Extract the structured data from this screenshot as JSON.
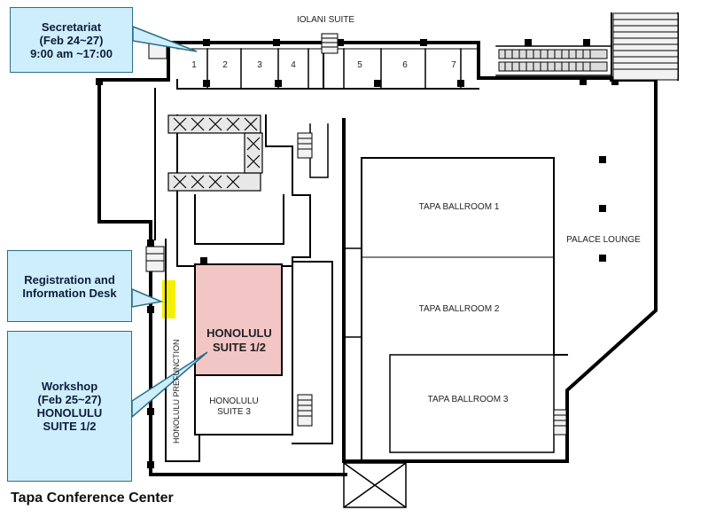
{
  "title": "Tapa Conference Center",
  "callouts": {
    "secretariat": [
      "Secretariat",
      "(Feb 24~27)",
      "9:00 am ~17:00"
    ],
    "registration": [
      "Registration and",
      "Information Desk"
    ],
    "workshop": [
      "Workshop",
      "(Feb 25~27)",
      "HONOLULU",
      "SUITE 1/2"
    ]
  },
  "rooms": {
    "iolani_suite": "IOLANI SUITE",
    "iolani_numbers": [
      "1",
      "2",
      "3",
      "4",
      "5",
      "6",
      "7"
    ],
    "tapa_ballroom_1": "TAPA BALLROOM 1",
    "tapa_ballroom_2": "TAPA BALLROOM 2",
    "tapa_ballroom_3": "TAPA BALLROOM 3",
    "palace_lounge": "PALACE LOUNGE",
    "honolulu_suite_12": [
      "HONOLULU",
      "SUITE 1/2"
    ],
    "honolulu_suite_3": [
      "HONOLULU",
      "SUITE 3"
    ],
    "honolulu_prefunction": "HONOLULU PREFUNCTION"
  },
  "colors": {
    "wall": "#000000",
    "callout_fill": "#cdeefa",
    "callout_border": "#2a6f8a",
    "highlight_room": "#f3c6c6",
    "registration_marker": "#f5f000"
  },
  "icons": [
    "elevator-icon",
    "stairs-icon",
    "escalator-icon"
  ]
}
